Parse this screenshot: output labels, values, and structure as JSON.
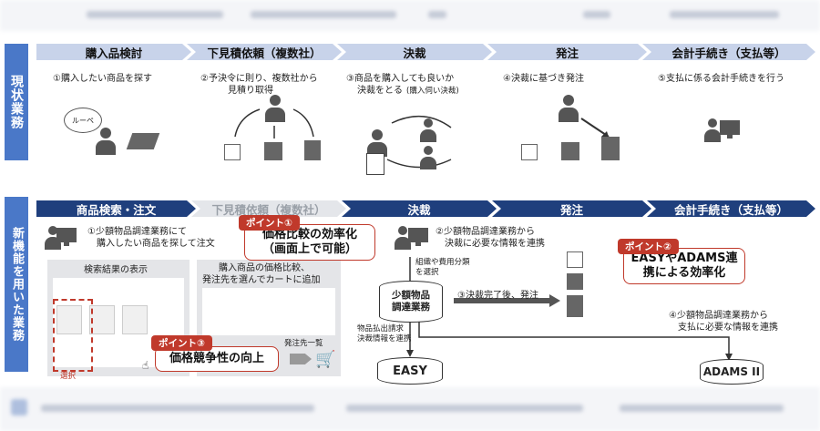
{
  "side_labels": {
    "current": "現状業務",
    "new": "新機能を用いた業務"
  },
  "current_flow": {
    "steps": [
      "購入品検討",
      "下見積依頼（複数社）",
      "決裁",
      "発注",
      "会計手続き（支払等）"
    ],
    "descriptions": [
      "①購入したい商品を探す",
      "②予決令に則り、複数社から",
      "見積り取得",
      "③商品を購入しても良いか",
      "決裁をとる",
      "(購入伺い決裁)",
      "④決裁に基づき発注",
      "⑤支払に係る会計手続きを行う"
    ],
    "loupe_label": "ルーペ"
  },
  "new_flow": {
    "steps": [
      "商品検索・注文",
      "下見積依頼（複数社）",
      "決裁",
      "発注",
      "会計手続き（支払等）"
    ],
    "notes": {
      "n1_line1": "①少額物品調達業務にて",
      "n1_line2": "購入したい商品を探して注文",
      "n2_line1": "②少額物品調達業務から",
      "n2_line2": "決裁に必要な情報を連携",
      "n3": "③決裁完了後、発注",
      "n4_line1": "④少額物品調達業務から",
      "n4_line2": "支払に必要な情報を連携",
      "org_line1": "組織や費用分類",
      "org_line2": "を選択",
      "bill_line1": "物品払出請求",
      "bill_line2": "決裁情報を連携"
    },
    "system": {
      "line1": "少額物品",
      "line2": "調達業務"
    },
    "easy": "EASY",
    "adams": "ADAMS II",
    "search_panel_title": "検索結果の表示",
    "compare_line1": "購入商品の価格比較、",
    "compare_line2": "発注先を選んでカートに追加",
    "order_list": "発注先一覧",
    "select_label": "選択"
  },
  "points": {
    "p1_badge": "ポイント①",
    "p1_line1": "価格比較の効率化",
    "p1_line2": "（画面上で可能）",
    "p2_badge": "ポイント②",
    "p2_line1": "EASYやADAMS連",
    "p2_line2": "携による効率化",
    "p3_badge": "ポイント③",
    "p3_text": "価格競争性の向上"
  },
  "colors": {
    "accent": "#c0392b",
    "dark_chevron": "#1f3f7d",
    "light_chevron": "#c8d3ea",
    "side": "#4a78c8"
  }
}
